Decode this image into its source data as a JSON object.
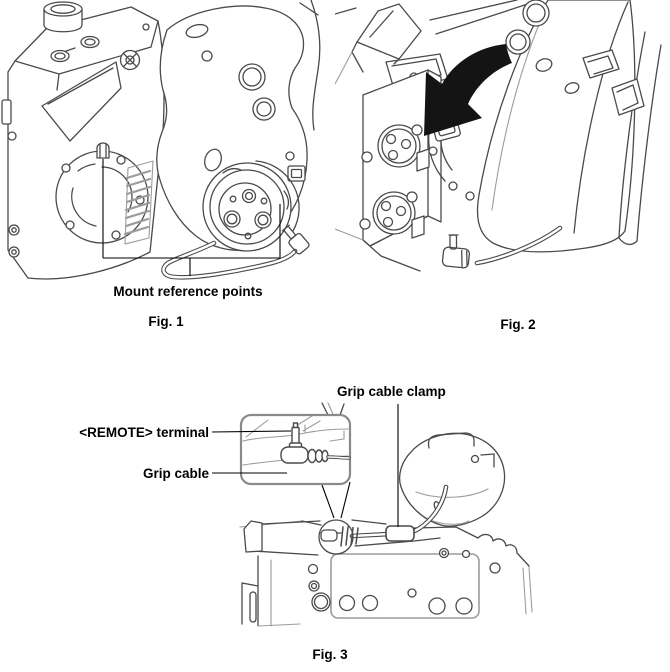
{
  "colors": {
    "background": "#ffffff",
    "line": "#4a4a4a",
    "line_light": "#9c9c9c",
    "inset_border": "#8a8a8a",
    "text": "#000000",
    "arrow": "#141414"
  },
  "figures": {
    "fig1": {
      "caption": "Fig. 1",
      "label_mount_reference": "Mount reference points"
    },
    "fig2": {
      "caption": "Fig. 2"
    },
    "fig3": {
      "caption": "Fig. 3",
      "label_remote_terminal": "<REMOTE> terminal",
      "label_grip_cable": "Grip cable",
      "label_grip_cable_clamp": "Grip cable clamp"
    }
  }
}
